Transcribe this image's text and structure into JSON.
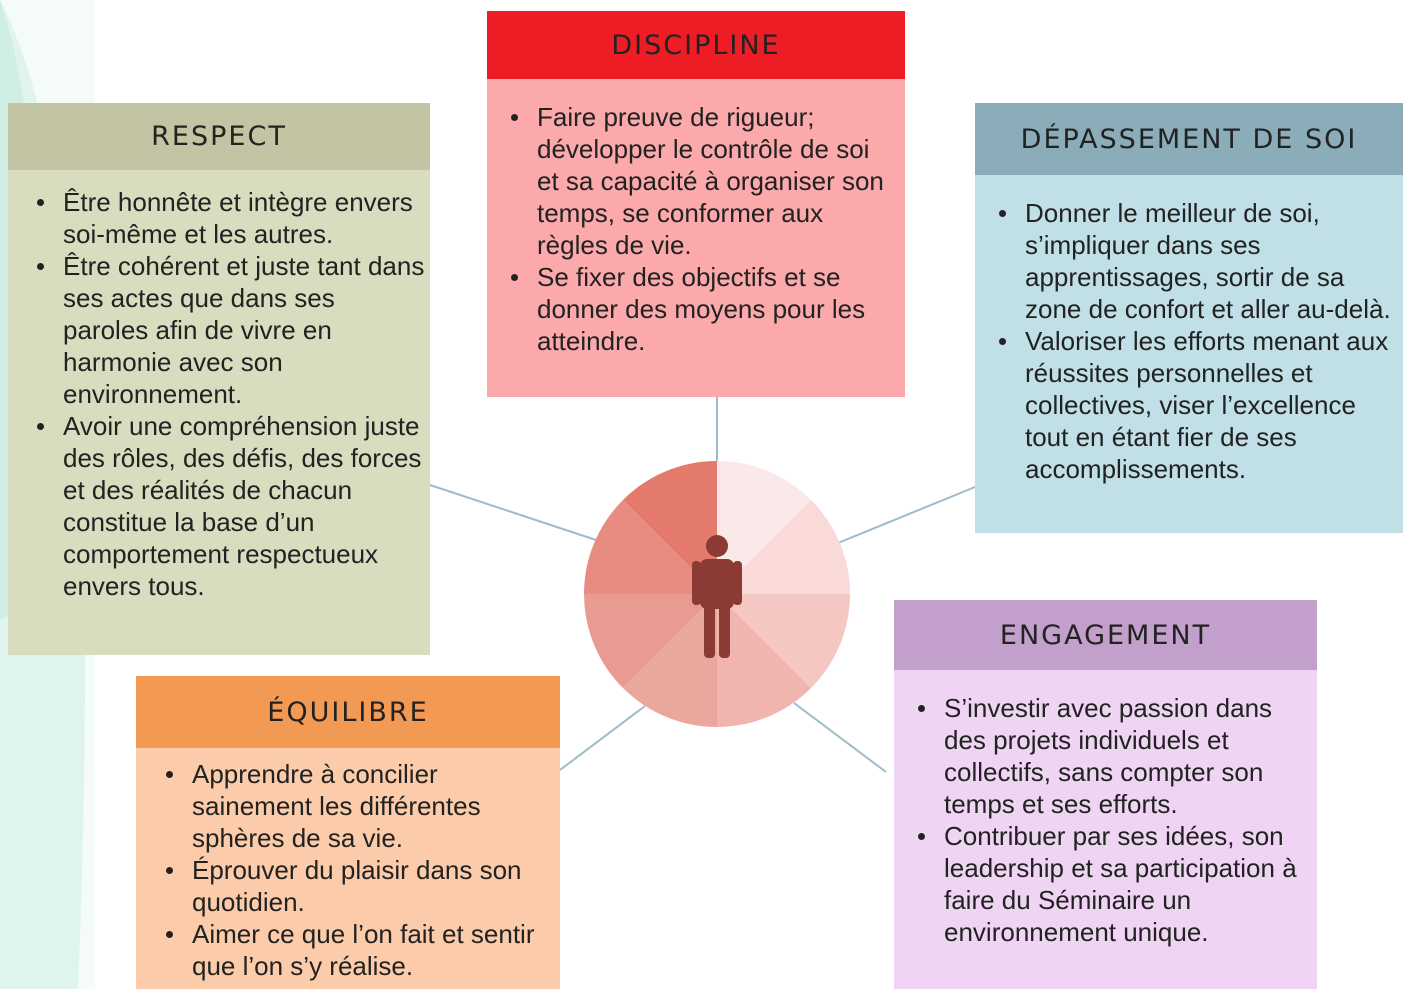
{
  "cards": {
    "discipline": {
      "title": "DISCIPLINE",
      "items": [
        "Faire preuve de rigueur; développer le contrôle de soi et sa capacité à organiser son temps, se conformer aux règles de vie.",
        "Se fixer des objectifs et se donner des moyens pour les atteindre."
      ]
    },
    "respect": {
      "title": "RESPECT",
      "items": [
        "Être honnête et intègre envers soi-même et les autres.",
        "Être cohérent et juste tant dans ses actes que dans ses paroles afin de vivre en harmonie avec son environnement.",
        "Avoir une compréhension juste des rôles, des défis, des forces et des réalités de chacun constitue la base d’un comportement respectueux envers tous."
      ]
    },
    "depassement": {
      "title": "DÉPASSEMENT DE SOI",
      "items": [
        "Donner le meilleur de soi, s’impliquer dans ses apprentissages, sortir de sa zone de confort et aller au-delà.",
        "Valoriser les efforts menant aux réussites personnelles et collectives, viser l’excellence tout en étant fier de ses accomplissements."
      ]
    },
    "engagement": {
      "title": "ENGAGEMENT",
      "items": [
        "S’investir avec passion dans des projets individuels et collectifs, sans compter son temps et ses efforts.",
        "Contribuer par ses idées, son leadership et sa participation à faire du Séminaire un environnement unique."
      ]
    },
    "equilibre": {
      "title": "ÉQUILIBRE",
      "items": [
        "Apprendre à concilier sainement les différentes sphères de sa vie.",
        "Éprouver du plaisir dans son quotidien.",
        "Aimer ce que l’on fait et sentir que l’on s’y réalise."
      ]
    }
  },
  "center": {
    "icon": "person-icon",
    "segment_colors": [
      "#fbe8e8",
      "#f9dad8",
      "#f5c7c2",
      "#f0b5ae",
      "#eba79e",
      "#e99a91",
      "#e88b80",
      "#e47a6c"
    ],
    "person_color": "#8b3a34"
  },
  "colors": {
    "connector": "#9dbcc8",
    "background_wave": "#d3eee7"
  }
}
